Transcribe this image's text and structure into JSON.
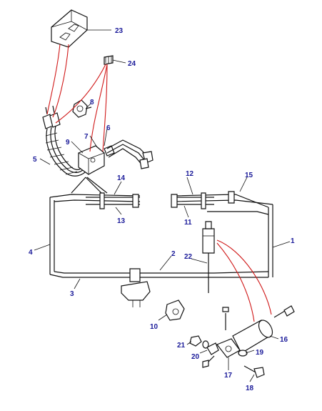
{
  "colors": {
    "callout_text": "#1a1a99",
    "line_art": "#111111",
    "highlight_leader": "#d01818",
    "background": "#ffffff"
  },
  "callouts": [
    {
      "id": "c1",
      "label": "1"
    },
    {
      "id": "c2",
      "label": "2"
    },
    {
      "id": "c3",
      "label": "3"
    },
    {
      "id": "c4",
      "label": "4"
    },
    {
      "id": "c5",
      "label": "5"
    },
    {
      "id": "c6",
      "label": "6"
    },
    {
      "id": "c7",
      "label": "7"
    },
    {
      "id": "c8",
      "label": "8"
    },
    {
      "id": "c9",
      "label": "9"
    },
    {
      "id": "c10",
      "label": "10"
    },
    {
      "id": "c11",
      "label": "11"
    },
    {
      "id": "c12",
      "label": "12"
    },
    {
      "id": "c13",
      "label": "13"
    },
    {
      "id": "c14",
      "label": "14"
    },
    {
      "id": "c15",
      "label": "15"
    },
    {
      "id": "c16",
      "label": "16"
    },
    {
      "id": "c17",
      "label": "17"
    },
    {
      "id": "c18",
      "label": "18"
    },
    {
      "id": "c19",
      "label": "19"
    },
    {
      "id": "c20",
      "label": "20"
    },
    {
      "id": "c21",
      "label": "21"
    },
    {
      "id": "c22",
      "label": "22"
    },
    {
      "id": "c23",
      "label": "23"
    },
    {
      "id": "c24",
      "label": "24"
    }
  ]
}
